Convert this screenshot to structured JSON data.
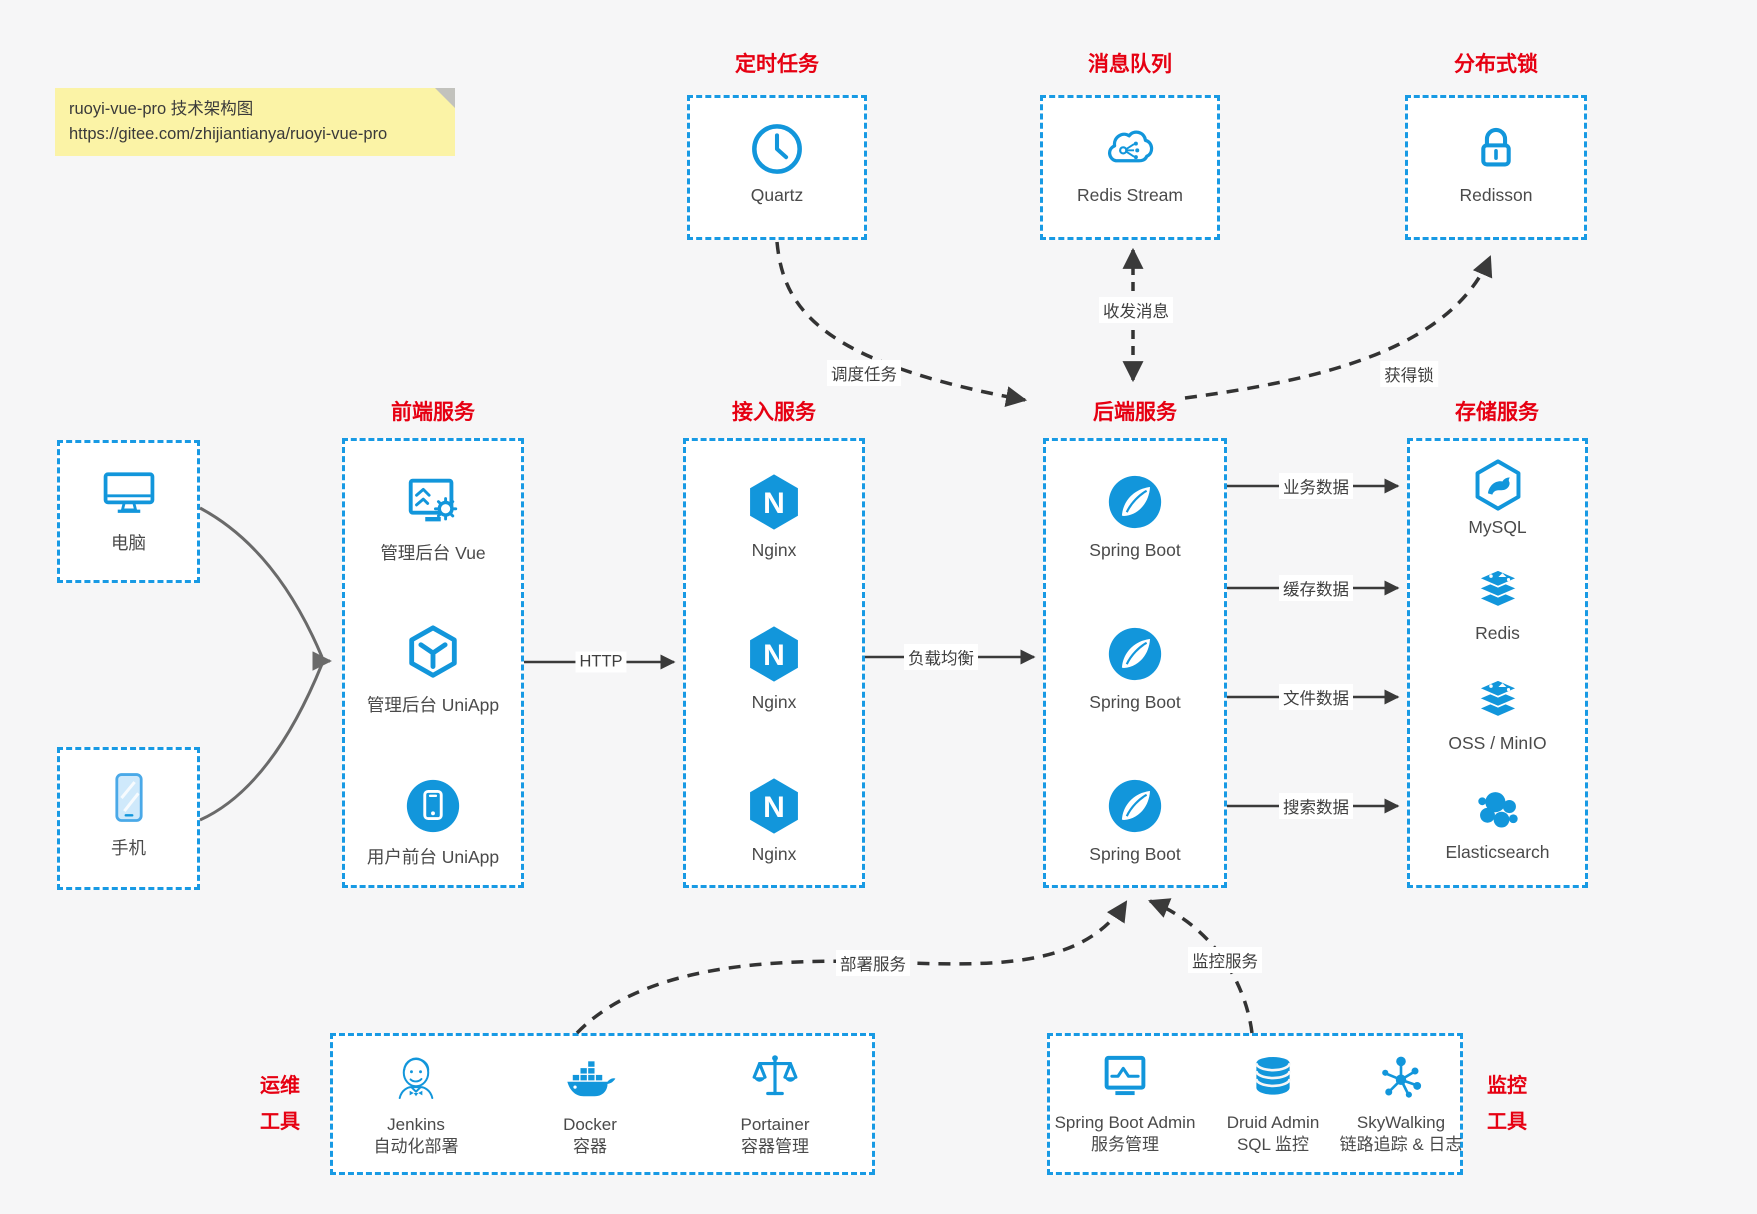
{
  "note": {
    "line1": "ruoyi-vue-pro 技术架构图",
    "line2": "https://gitee.com/zhijiantianya/ruoyi-vue-pro"
  },
  "colors": {
    "brand_blue": "#1296db",
    "border_blue": "#189ae4",
    "title_red": "#e60012",
    "canvas_bg": "#f6f6f7"
  },
  "top": [
    {
      "title": "定时任务",
      "label": "Quartz"
    },
    {
      "title": "消息队列",
      "label": "Redis Stream"
    },
    {
      "title": "分布式锁",
      "label": "Redisson"
    }
  ],
  "clients": [
    {
      "label": "电脑"
    },
    {
      "label": "手机"
    }
  ],
  "columns": [
    {
      "title": "前端服务",
      "items": [
        "管理后台 Vue",
        "管理后台 UniApp",
        "用户前台 UniApp"
      ]
    },
    {
      "title": "接入服务",
      "items": [
        "Nginx",
        "Nginx",
        "Nginx"
      ]
    },
    {
      "title": "后端服务",
      "items": [
        "Spring Boot",
        "Spring Boot",
        "Spring Boot"
      ]
    },
    {
      "title": "存储服务",
      "items": [
        "MySQL",
        "Redis",
        "OSS / MinIO",
        "Elasticsearch"
      ]
    }
  ],
  "bottom": [
    {
      "side_title": [
        "运维",
        "工具"
      ],
      "items": [
        [
          "Jenkins",
          "自动化部署"
        ],
        [
          "Docker",
          "容器"
        ],
        [
          "Portainer",
          "容器管理"
        ]
      ]
    },
    {
      "side_title": [
        "监控",
        "工具"
      ],
      "items": [
        [
          "Spring Boot Admin",
          "服务管理"
        ],
        [
          "Druid Admin",
          "SQL 监控"
        ],
        [
          "SkyWalking",
          "链路追踪 & 日志"
        ]
      ]
    }
  ],
  "edges": {
    "http": "HTTP",
    "load_balance": "负载均衡",
    "business_data": "业务数据",
    "cache_data": "缓存数据",
    "file_data": "文件数据",
    "search_data": "搜索数据",
    "schedule_task": "调度任务",
    "send_receive_message": "收发消息",
    "acquire_lock": "获得锁",
    "deploy_service": "部署服务",
    "monitor_service": "监控服务"
  }
}
